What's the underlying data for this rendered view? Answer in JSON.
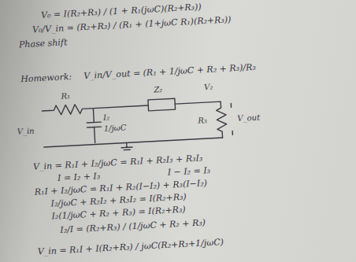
{
  "diagram": {
    "labels": [
      "V₀ = I(R₂+R₃) / (1 + R₁(jωC)(R₂+R₃))",
      "V₀/V_in = (R₂+R₃) / (R₁ + (1+jωC R₁)(R₂+R₃))",
      "Phase shift",
      "Homework:",
      "V_in/V_out = (R₁ + 1/jωC + R₂ + R₃)/R₃",
      "R₁",
      "Z₂",
      "V₂",
      "I₂",
      "1/jωC",
      "R₃",
      "V_out",
      "V_in",
      "V_in = R₁I + I₂/jωC = R₁I + R₂I₃ + R₃I₃",
      "I = I₂ + I₃",
      "I − I₂ = I₃",
      "R₁I + I₂/jωC = R₁I + R₂(I−I₂) + R₃(I−I₂)",
      "I₂/jωC + R₂I₂ + R₃I₂ = I(R₂+R₃)",
      "I₂(1/jωC + R₂ + R₃) = I(R₂+R₃)",
      "I₂/I = (R₂+R₃) / (1/jωC + R₂ + R₃)",
      "V_in = R₁I + I(R₂+R₃) / jωC(R₂+R₃+1/jωC)"
    ]
  }
}
